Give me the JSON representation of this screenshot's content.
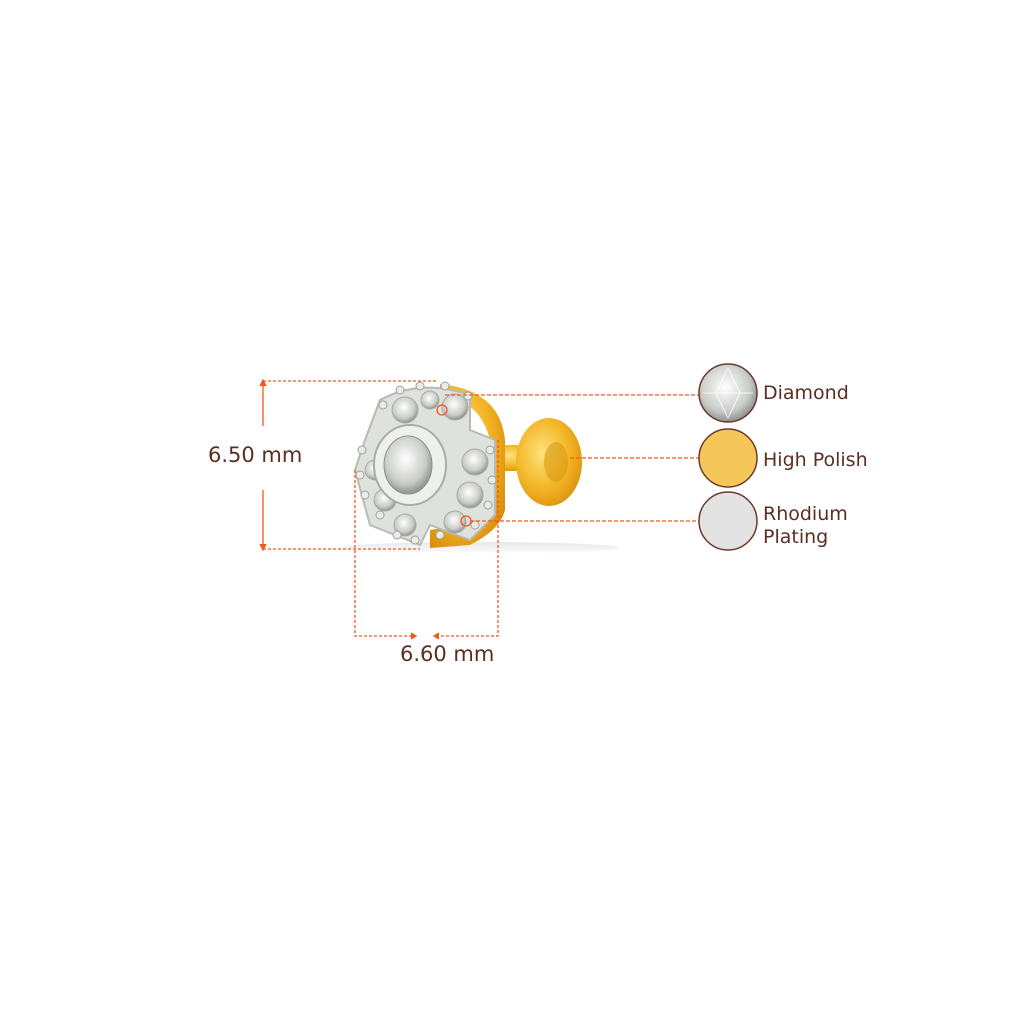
{
  "dimensions": {
    "height": "6.50 mm",
    "width": "6.60 mm"
  },
  "legend": [
    {
      "label": "Diamond",
      "swatch": "#ffffff",
      "icon": "diamond-swatch"
    },
    {
      "label": "High Polish",
      "swatch": "#f5c659",
      "icon": "gold-swatch"
    },
    {
      "label": "Rhodium Plating",
      "swatch": "#e2e2e2",
      "icon": "rhodium-swatch"
    }
  ],
  "colors": {
    "leader": "#f0591f",
    "text": "#5a2e22",
    "gold": "#f2b324",
    "silver": "#d9dcd6"
  }
}
